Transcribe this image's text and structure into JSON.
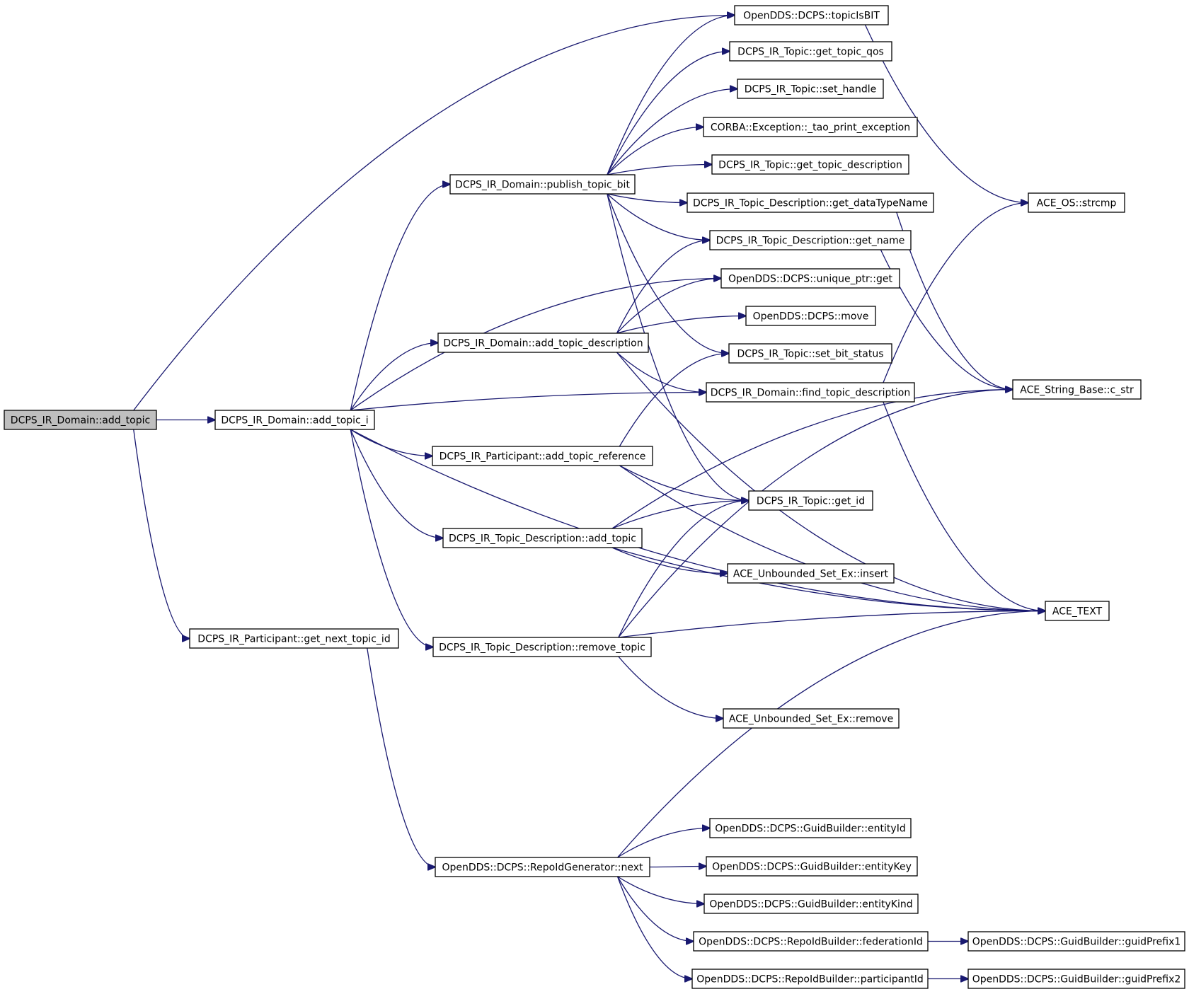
{
  "nodes": [
    {
      "id": "add_topic",
      "label": "DCPS_IR_Domain::add_topic",
      "root": true
    },
    {
      "id": "add_topic_i",
      "label": "DCPS_IR_Domain::add_topic_i"
    },
    {
      "id": "get_next_topic_id",
      "label": "DCPS_IR_Participant::get_next_topic_id"
    },
    {
      "id": "topicIsBIT",
      "label": "OpenDDS::DCPS::topicIsBIT"
    },
    {
      "id": "publish_topic_bit",
      "label": "DCPS_IR_Domain::publish_topic_bit"
    },
    {
      "id": "unique_ptr_get",
      "label": "OpenDDS::DCPS::unique_ptr::get"
    },
    {
      "id": "add_topic_description",
      "label": "DCPS_IR_Domain::add_topic_description"
    },
    {
      "id": "find_topic_description",
      "label": "DCPS_IR_Domain::find_topic_description"
    },
    {
      "id": "add_topic_reference",
      "label": "DCPS_IR_Participant::add_topic_reference"
    },
    {
      "id": "td_add_topic",
      "label": "DCPS_IR_Topic_Description::add_topic"
    },
    {
      "id": "td_remove_topic",
      "label": "DCPS_IR_Topic_Description::remove_topic"
    },
    {
      "id": "ace_text",
      "label": "ACE_TEXT"
    },
    {
      "id": "get_topic_qos",
      "label": "DCPS_IR_Topic::get_topic_qos"
    },
    {
      "id": "set_handle",
      "label": "DCPS_IR_Topic::set_handle"
    },
    {
      "id": "tao_print_exception",
      "label": "CORBA::Exception::_tao_print_exception"
    },
    {
      "id": "get_topic_description",
      "label": "DCPS_IR_Topic::get_topic_description"
    },
    {
      "id": "get_dataTypeName",
      "label": "DCPS_IR_Topic_Description::get_dataTypeName"
    },
    {
      "id": "get_name",
      "label": "DCPS_IR_Topic_Description::get_name"
    },
    {
      "id": "set_bit_status",
      "label": "DCPS_IR_Topic::set_bit_status"
    },
    {
      "id": "get_id",
      "label": "DCPS_IR_Topic::get_id"
    },
    {
      "id": "strcmp",
      "label": "ACE_OS::strcmp"
    },
    {
      "id": "c_str",
      "label": "ACE_String_Base::c_str"
    },
    {
      "id": "move",
      "label": "OpenDDS::DCPS::move"
    },
    {
      "id": "insert",
      "label": "ACE_Unbounded_Set_Ex::insert"
    },
    {
      "id": "remove",
      "label": "ACE_Unbounded_Set_Ex::remove"
    },
    {
      "id": "repo_next",
      "label": "OpenDDS::DCPS::RepoIdGenerator::next"
    },
    {
      "id": "entityId",
      "label": "OpenDDS::DCPS::GuidBuilder::entityId"
    },
    {
      "id": "entityKey",
      "label": "OpenDDS::DCPS::GuidBuilder::entityKey"
    },
    {
      "id": "entityKind",
      "label": "OpenDDS::DCPS::GuidBuilder::entityKind"
    },
    {
      "id": "federationId",
      "label": "OpenDDS::DCPS::RepoIdBuilder::federationId"
    },
    {
      "id": "participantId",
      "label": "OpenDDS::DCPS::RepoIdBuilder::participantId"
    },
    {
      "id": "guidPrefix1",
      "label": "OpenDDS::DCPS::GuidBuilder::guidPrefix1"
    },
    {
      "id": "guidPrefix2",
      "label": "OpenDDS::DCPS::GuidBuilder::guidPrefix2"
    }
  ],
  "edges": [
    {
      "from": "add_topic",
      "to": "add_topic_i"
    },
    {
      "from": "add_topic",
      "to": "topicIsBIT"
    },
    {
      "from": "add_topic",
      "to": "get_next_topic_id"
    },
    {
      "from": "add_topic_i",
      "to": "publish_topic_bit"
    },
    {
      "from": "add_topic_i",
      "to": "unique_ptr_get"
    },
    {
      "from": "add_topic_i",
      "to": "add_topic_description"
    },
    {
      "from": "add_topic_i",
      "to": "find_topic_description"
    },
    {
      "from": "add_topic_i",
      "to": "add_topic_reference"
    },
    {
      "from": "add_topic_i",
      "to": "td_add_topic"
    },
    {
      "from": "add_topic_i",
      "to": "td_remove_topic"
    },
    {
      "from": "add_topic_i",
      "to": "ace_text"
    },
    {
      "from": "publish_topic_bit",
      "to": "topicIsBIT"
    },
    {
      "from": "publish_topic_bit",
      "to": "get_topic_qos"
    },
    {
      "from": "publish_topic_bit",
      "to": "set_handle"
    },
    {
      "from": "publish_topic_bit",
      "to": "tao_print_exception"
    },
    {
      "from": "publish_topic_bit",
      "to": "get_topic_description"
    },
    {
      "from": "publish_topic_bit",
      "to": "get_dataTypeName"
    },
    {
      "from": "publish_topic_bit",
      "to": "get_name"
    },
    {
      "from": "publish_topic_bit",
      "to": "set_bit_status"
    },
    {
      "from": "publish_topic_bit",
      "to": "get_id"
    },
    {
      "from": "add_topic_description",
      "to": "get_name"
    },
    {
      "from": "add_topic_description",
      "to": "unique_ptr_get"
    },
    {
      "from": "add_topic_description",
      "to": "move"
    },
    {
      "from": "add_topic_description",
      "to": "find_topic_description"
    },
    {
      "from": "add_topic_description",
      "to": "ace_text"
    },
    {
      "from": "add_topic_reference",
      "to": "set_bit_status"
    },
    {
      "from": "add_topic_reference",
      "to": "get_id"
    },
    {
      "from": "add_topic_reference",
      "to": "ace_text"
    },
    {
      "from": "td_add_topic",
      "to": "get_id"
    },
    {
      "from": "td_add_topic",
      "to": "insert"
    },
    {
      "from": "td_add_topic",
      "to": "c_str"
    },
    {
      "from": "td_add_topic",
      "to": "ace_text"
    },
    {
      "from": "td_remove_topic",
      "to": "get_id"
    },
    {
      "from": "td_remove_topic",
      "to": "c_str"
    },
    {
      "from": "td_remove_topic",
      "to": "ace_text"
    },
    {
      "from": "td_remove_topic",
      "to": "remove"
    },
    {
      "from": "find_topic_description",
      "to": "strcmp"
    },
    {
      "from": "find_topic_description",
      "to": "ace_text"
    },
    {
      "from": "topicIsBIT",
      "to": "strcmp"
    },
    {
      "from": "get_dataTypeName",
      "to": "c_str"
    },
    {
      "from": "get_name",
      "to": "c_str"
    },
    {
      "from": "get_next_topic_id",
      "to": "repo_next"
    },
    {
      "from": "repo_next",
      "to": "ace_text"
    },
    {
      "from": "repo_next",
      "to": "entityId"
    },
    {
      "from": "repo_next",
      "to": "entityKey"
    },
    {
      "from": "repo_next",
      "to": "entityKind"
    },
    {
      "from": "repo_next",
      "to": "federationId"
    },
    {
      "from": "repo_next",
      "to": "participantId"
    },
    {
      "from": "federationId",
      "to": "guidPrefix1"
    },
    {
      "from": "participantId",
      "to": "guidPrefix2"
    }
  ]
}
